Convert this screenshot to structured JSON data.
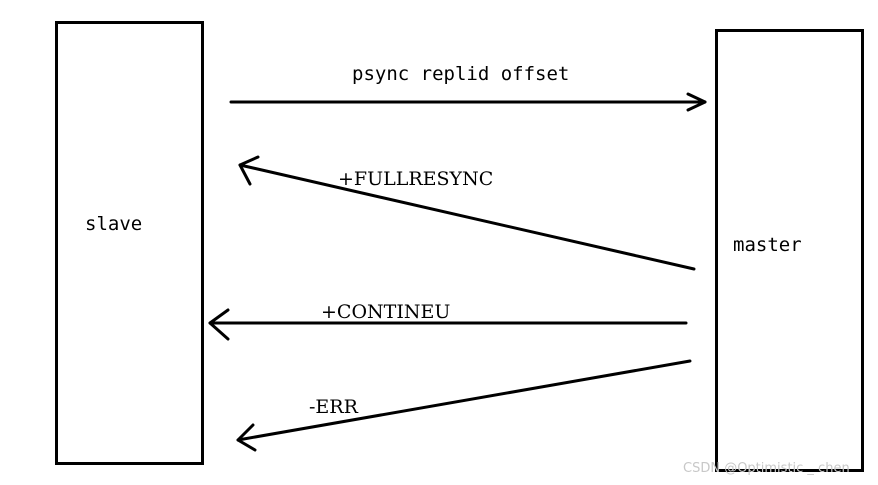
{
  "nodes": {
    "slave": "slave",
    "master": "master"
  },
  "messages": {
    "psync": "psync replid offset",
    "fullresync": "+FULLRESYNC",
    "continue": "+CONTINEU",
    "err": "-ERR"
  },
  "watermark": "CSDN @Optimistic _ chen",
  "colors": {
    "line": "#000000",
    "background": "#ffffff",
    "watermark": "#c8c8c8"
  }
}
